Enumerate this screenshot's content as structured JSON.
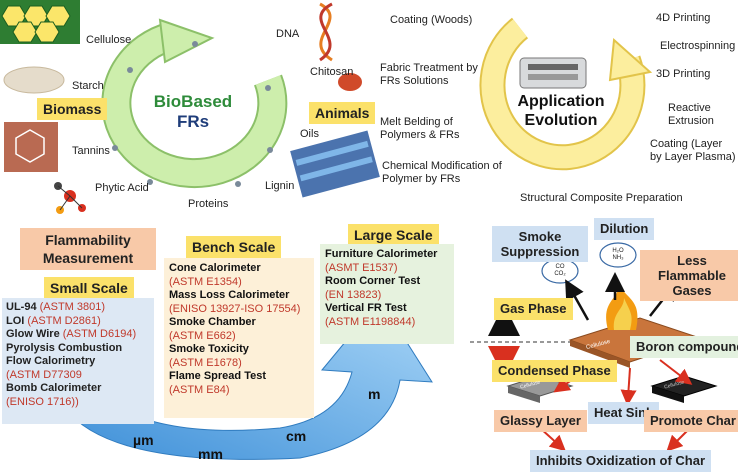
{
  "biobased": {
    "center_line1": "BioBased",
    "center_line2": "FRs",
    "group_biomass": "Biomass",
    "group_animals": "Animals",
    "items": {
      "cellulose": "Cellulose",
      "starch": "Starch",
      "tannins": "Tannins",
      "phytic_acid": "Phytic Acid",
      "proteins": "Proteins",
      "dna": "DNA",
      "chitosan": "Chitosan",
      "oils": "Oils",
      "lignin": "Lignin"
    }
  },
  "application": {
    "center_line1": "Application",
    "center_line2": "Evolution",
    "left_items": [
      "Coating (Woods)",
      "Fabric Treatment by FRs Solutions",
      "Melt Belding of Polymers & FRs",
      "Chemical Modification of Polymer by FRs"
    ],
    "right_items": [
      "4D Printing",
      "Electrospinning",
      "3D Printing",
      "Reactive Extrusion",
      "Coating (Layer by Layer Plasma)"
    ],
    "bottom_item": "Structural Composite Preparation"
  },
  "flammability": {
    "title": "Flammability Measurement",
    "small_scale": {
      "title": "Small Scale",
      "tests": [
        {
          "name": "UL-94",
          "std": "(ASTM 3801)"
        },
        {
          "name": "LOI",
          "std": "(ASTM D2861)"
        },
        {
          "name": "Glow Wire",
          "std": "(ASTM D6194)"
        },
        {
          "name": "Pyrolysis Combustion Flow Calorimetry",
          "std": "(ASTM D77309"
        },
        {
          "name": "Bomb Calorimeter",
          "std": "(ENISO 1716))"
        }
      ]
    },
    "bench_scale": {
      "title": "Bench Scale",
      "tests": [
        {
          "name": "Cone Calorimeter",
          "std": "(ASTM E1354)"
        },
        {
          "name": "Mass Loss Calorimeter",
          "std": "(ENISO 13927-ISO 17554)"
        },
        {
          "name": "Smoke Chamber",
          "std": "(ASTM E662)"
        },
        {
          "name": "Smoke Toxicity",
          "std": "(ASTM E1678)"
        },
        {
          "name": "Flame Spread Test",
          "std": "(ASTM E84)"
        }
      ]
    },
    "large_scale": {
      "title": "Large Scale",
      "tests": [
        {
          "name": "Furniture Calorimeter",
          "std": "(ASMT E1537)"
        },
        {
          "name": "Room Corner Test",
          "std": "(EN 13823)"
        },
        {
          "name": "Vertical FR Test",
          "std": "(ASTM E1198844)"
        }
      ]
    },
    "units": [
      "µm",
      "mm",
      "cm",
      "m"
    ]
  },
  "mechanism": {
    "smoke_suppression": "Smoke Suppression",
    "dilution": "Dilution",
    "less_flammable_gases": "Less Flammable Gases",
    "gas_phase": "Gas Phase",
    "condensed_phase": "Condensed Phase",
    "boron_compounds": "Boron compounds",
    "glassy_layer": "Glassy Layer",
    "heat_sink": "Heat Sink",
    "promote_char": "Promote Char",
    "inhibits": "Inhibits Oxidization of Char",
    "cloud1_line1": "CO",
    "cloud1_line2": "CO₂",
    "cloud2_line1": "H₂O",
    "cloud2_line2": "NH₃",
    "slab_label": "Cellulose"
  },
  "colors": {
    "bio_ring": "#bfe59a",
    "bio_ring_edge": "#8cc069",
    "app_ring": "#fbeb92",
    "app_ring_edge": "#e2c44a",
    "blue_arrow": "#5aa9e6",
    "red_arrow": "#d9301f",
    "yellow_tag": "#fbe16a",
    "peach_tag": "#f8c9a8",
    "blue_tag": "#cfe0f2"
  }
}
